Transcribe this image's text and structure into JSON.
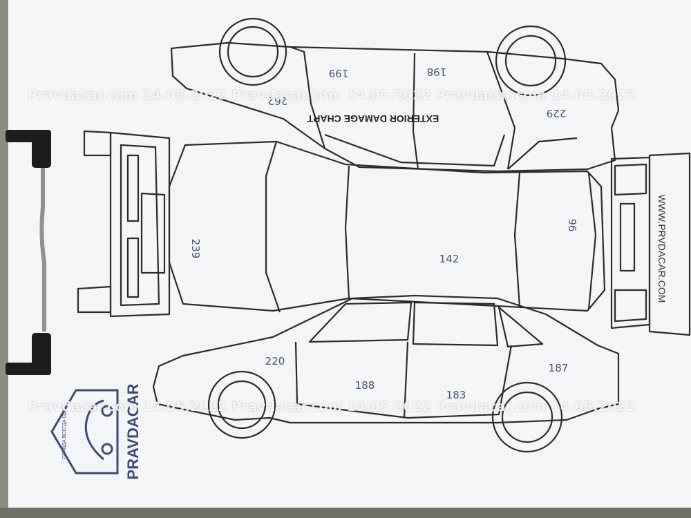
{
  "chart": {
    "title": "EXTERIOR DAMAGE CHART",
    "website": "WWW.PRVDACAR.COM"
  },
  "measurements": {
    "side_top_rear_door": "199",
    "side_top_front_door": "198",
    "side_top_rear_fender": "262",
    "side_top_front_fender": "229",
    "front_hood": "239",
    "roof": "142",
    "trunk": "96",
    "side_bottom_front_fender": "220",
    "side_bottom_front_door": "188",
    "side_bottom_rear_door": "183",
    "side_bottom_rear_fender": "187"
  },
  "watermark": {
    "line_top": "Pravdacar.com 14.05.2022 Pravdacar.com 14.05.2022 Pravdacar.com 14.05.2022",
    "line_bottom": "Pravdacar.com 14.05.2022 Pravdacar.com 14.05.2022 Pravdacar.com 14.05.2022"
  },
  "stamp": {
    "brand": "PRAVDACAR",
    "slogan": "ПРАВДА ВСЕГДА ОДНА"
  },
  "colors": {
    "paper": "#f4f6f8",
    "ink": "#2a2a2a",
    "handwriting": "#4a5470",
    "stamp": "#3c4a78",
    "clip": "#1d1d1f"
  }
}
